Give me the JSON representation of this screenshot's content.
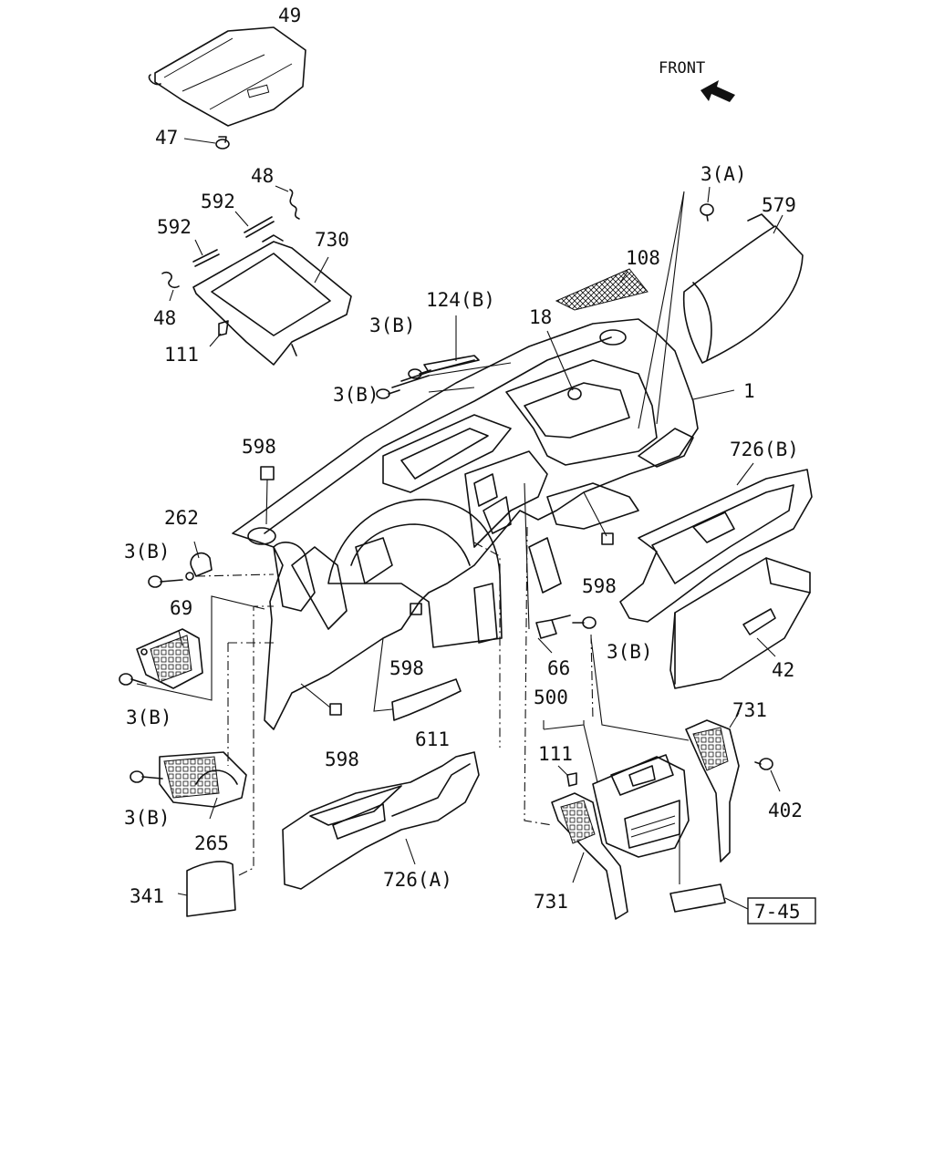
{
  "header": {
    "direction_label": "FRONT"
  },
  "callouts": [
    "49",
    "47",
    "48",
    "592",
    "730",
    "592",
    "48",
    "111",
    "124(B)",
    "3(B)",
    "3(B)",
    "18",
    "108",
    "3(A)",
    "579",
    "1",
    "726(B)",
    "598",
    "262",
    "3(B)",
    "69",
    "598",
    "598",
    "3(B)",
    "66",
    "3(B)",
    "42",
    "500",
    "731",
    "611",
    "598",
    "111",
    "402",
    "3(B)",
    "265",
    "726(A)",
    "731",
    "341"
  ],
  "reference_box": "7-45"
}
